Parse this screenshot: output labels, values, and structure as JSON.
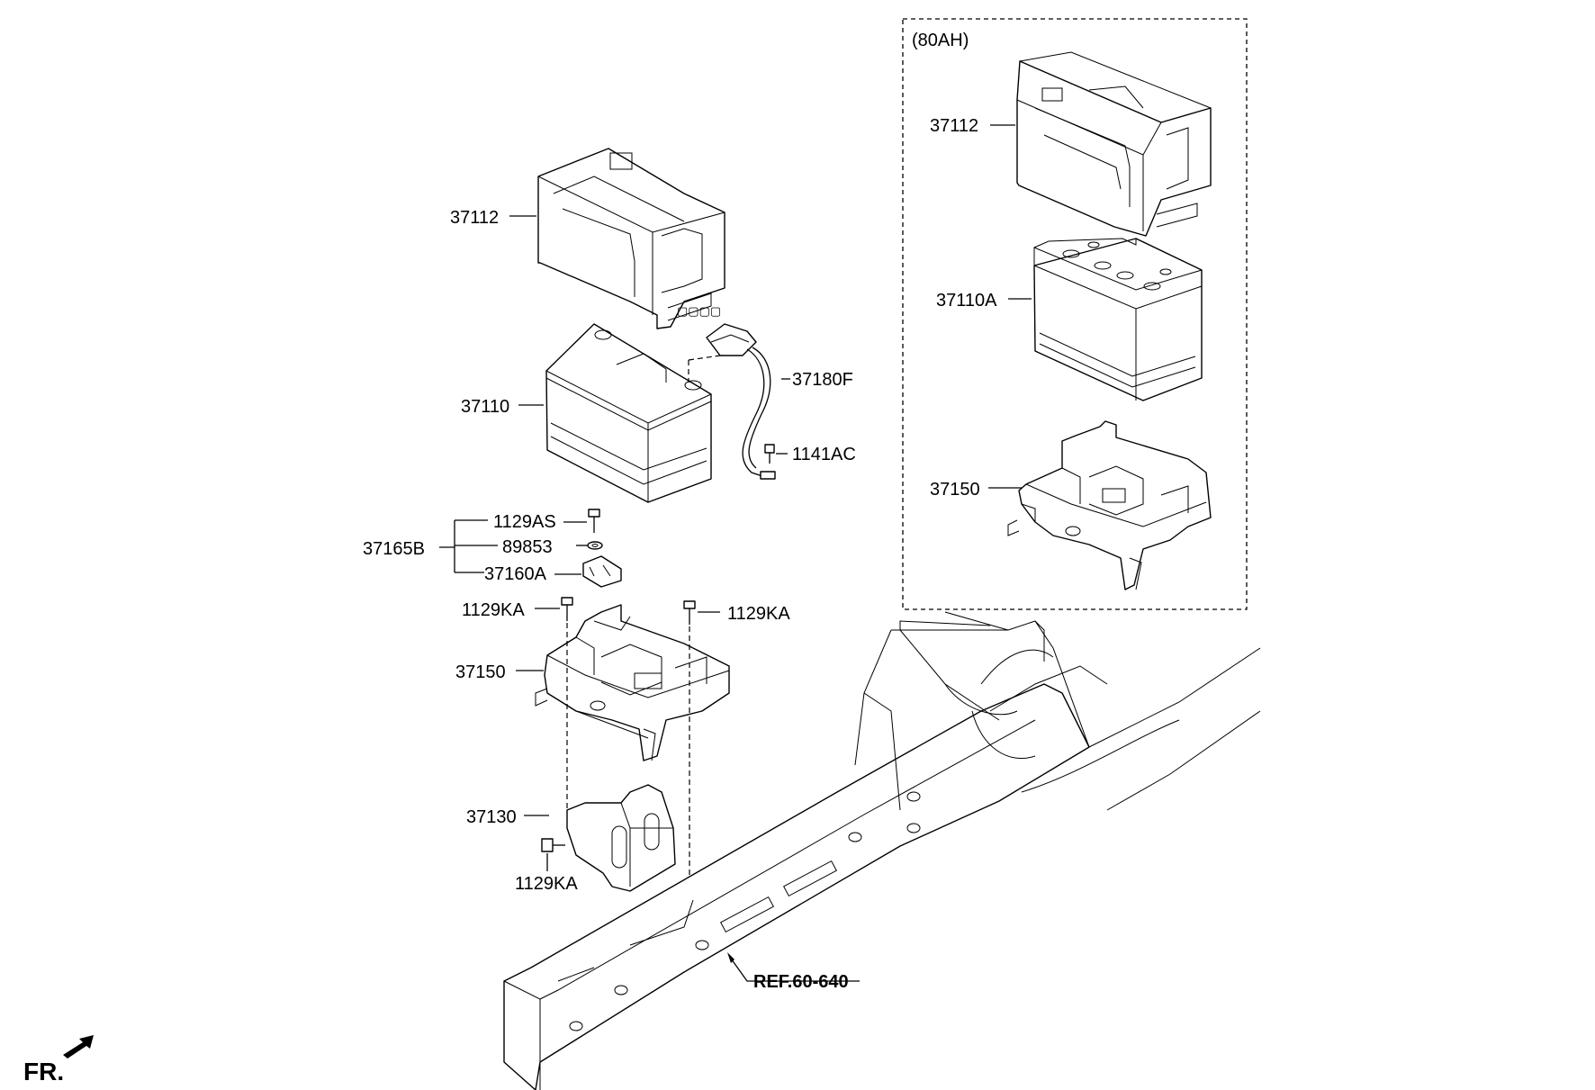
{
  "labels": {
    "tray_37112": "37112",
    "battery_37110": "37110",
    "cable_37180F": "37180F",
    "bolt_1141AC": "1141AC",
    "kit_37165B": "37165B",
    "bolt_1129AS": "1129AS",
    "washer_89853": "89853",
    "clamp_37160A": "37160A",
    "bolt_1129KA_left": "1129KA",
    "bolt_1129KA_right": "1129KA",
    "bracket_tray_37150": "37150",
    "bracket_37130": "37130",
    "bolt_1129KA_bottom": "1129KA",
    "ref": "REF.60-640",
    "front": "FR."
  },
  "option_box": {
    "title": "(80AH)",
    "tray_37112": "37112",
    "battery_37110A": "37110A",
    "bracket_tray_37150": "37150"
  }
}
